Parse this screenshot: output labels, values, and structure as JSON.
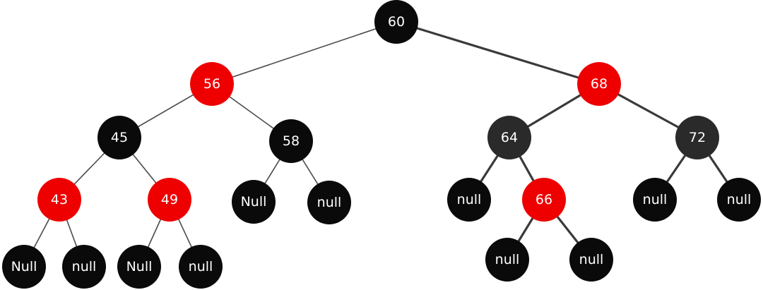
{
  "colors": {
    "red": "#ee0000",
    "black": "#0a0a0a",
    "dark_gray": "#2a2a2a",
    "label": "#ffffff"
  },
  "nodes": {
    "n60": {
      "label": "60",
      "color": "black"
    },
    "n56": {
      "label": "56",
      "color": "red"
    },
    "n68": {
      "label": "68",
      "color": "red"
    },
    "n45": {
      "label": "45",
      "color": "black"
    },
    "n58": {
      "label": "58",
      "color": "black"
    },
    "n64": {
      "label": "64",
      "color": "dark_gray"
    },
    "n72": {
      "label": "72",
      "color": "dark_gray"
    },
    "n43": {
      "label": "43",
      "color": "red"
    },
    "n49": {
      "label": "49",
      "color": "red"
    },
    "n58L": {
      "label": "Null",
      "color": "black"
    },
    "n58R": {
      "label": "null",
      "color": "black"
    },
    "n64L": {
      "label": "null",
      "color": "black"
    },
    "n66": {
      "label": "66",
      "color": "red"
    },
    "n72L": {
      "label": "null",
      "color": "black"
    },
    "n72R": {
      "label": "null",
      "color": "black"
    },
    "n43L": {
      "label": "Null",
      "color": "black"
    },
    "n43R": {
      "label": "null",
      "color": "black"
    },
    "n49L": {
      "label": "Null",
      "color": "black"
    },
    "n49R": {
      "label": "null",
      "color": "black"
    },
    "n66L": {
      "label": "null",
      "color": "black"
    },
    "n66R": {
      "label": "null",
      "color": "black"
    }
  },
  "edges": [
    [
      "n60",
      "n56"
    ],
    [
      "n60",
      "n68"
    ],
    [
      "n56",
      "n45"
    ],
    [
      "n56",
      "n58"
    ],
    [
      "n68",
      "n64"
    ],
    [
      "n68",
      "n72"
    ],
    [
      "n45",
      "n43"
    ],
    [
      "n45",
      "n49"
    ],
    [
      "n58",
      "n58L"
    ],
    [
      "n58",
      "n58R"
    ],
    [
      "n64",
      "n64L"
    ],
    [
      "n64",
      "n66"
    ],
    [
      "n72",
      "n72L"
    ],
    [
      "n72",
      "n72R"
    ],
    [
      "n43",
      "n43L"
    ],
    [
      "n43",
      "n43R"
    ],
    [
      "n49",
      "n49L"
    ],
    [
      "n49",
      "n49R"
    ],
    [
      "n66",
      "n66L"
    ],
    [
      "n66",
      "n66R"
    ]
  ]
}
